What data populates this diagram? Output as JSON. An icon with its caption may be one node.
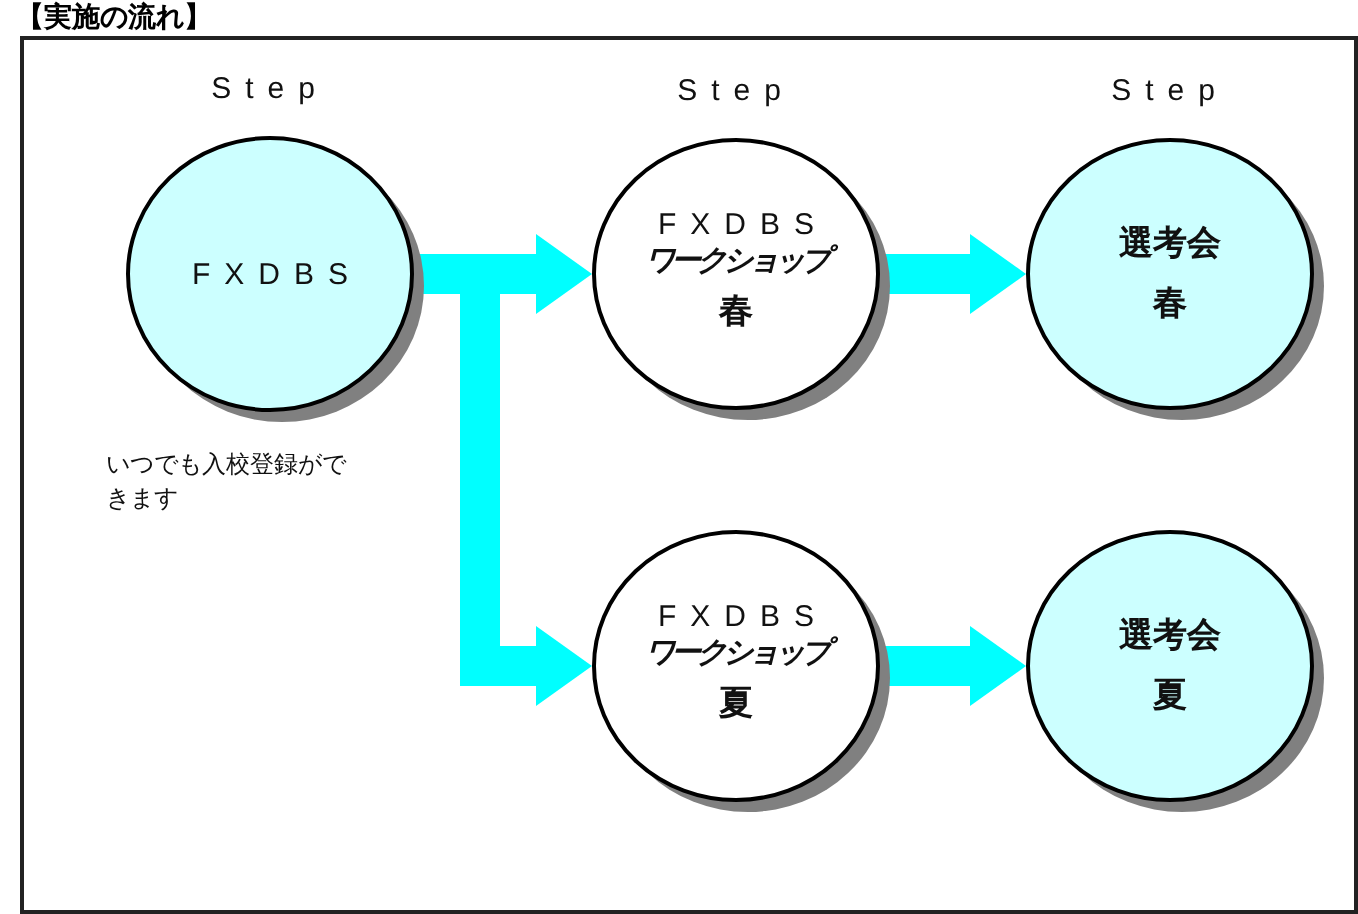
{
  "diagram": {
    "title": "【実施の流れ】",
    "nodes": [
      {
        "text": [
          "Step",
          "FXDBS"
        ],
        "beside": [
          "いつでも入校登録ができます"
        ]
      },
      {
        "text": [
          "Step",
          "FXDBS",
          "ワークショップ",
          "春"
        ]
      },
      {
        "text": [
          "Step",
          "選考会",
          "春"
        ]
      },
      {
        "text": [
          "FXDBS",
          "ワークショップ",
          "夏"
        ]
      },
      {
        "text": [
          "選考会",
          "夏"
        ]
      }
    ],
    "edges": [
      {
        "from": 0,
        "to": 1,
        "arrow": "to"
      },
      {
        "from": 0,
        "to": 3,
        "arrow": "to"
      },
      {
        "from": 1,
        "to": 2,
        "arrow": "to"
      },
      {
        "from": 3,
        "to": 4,
        "arrow": "to"
      }
    ]
  }
}
